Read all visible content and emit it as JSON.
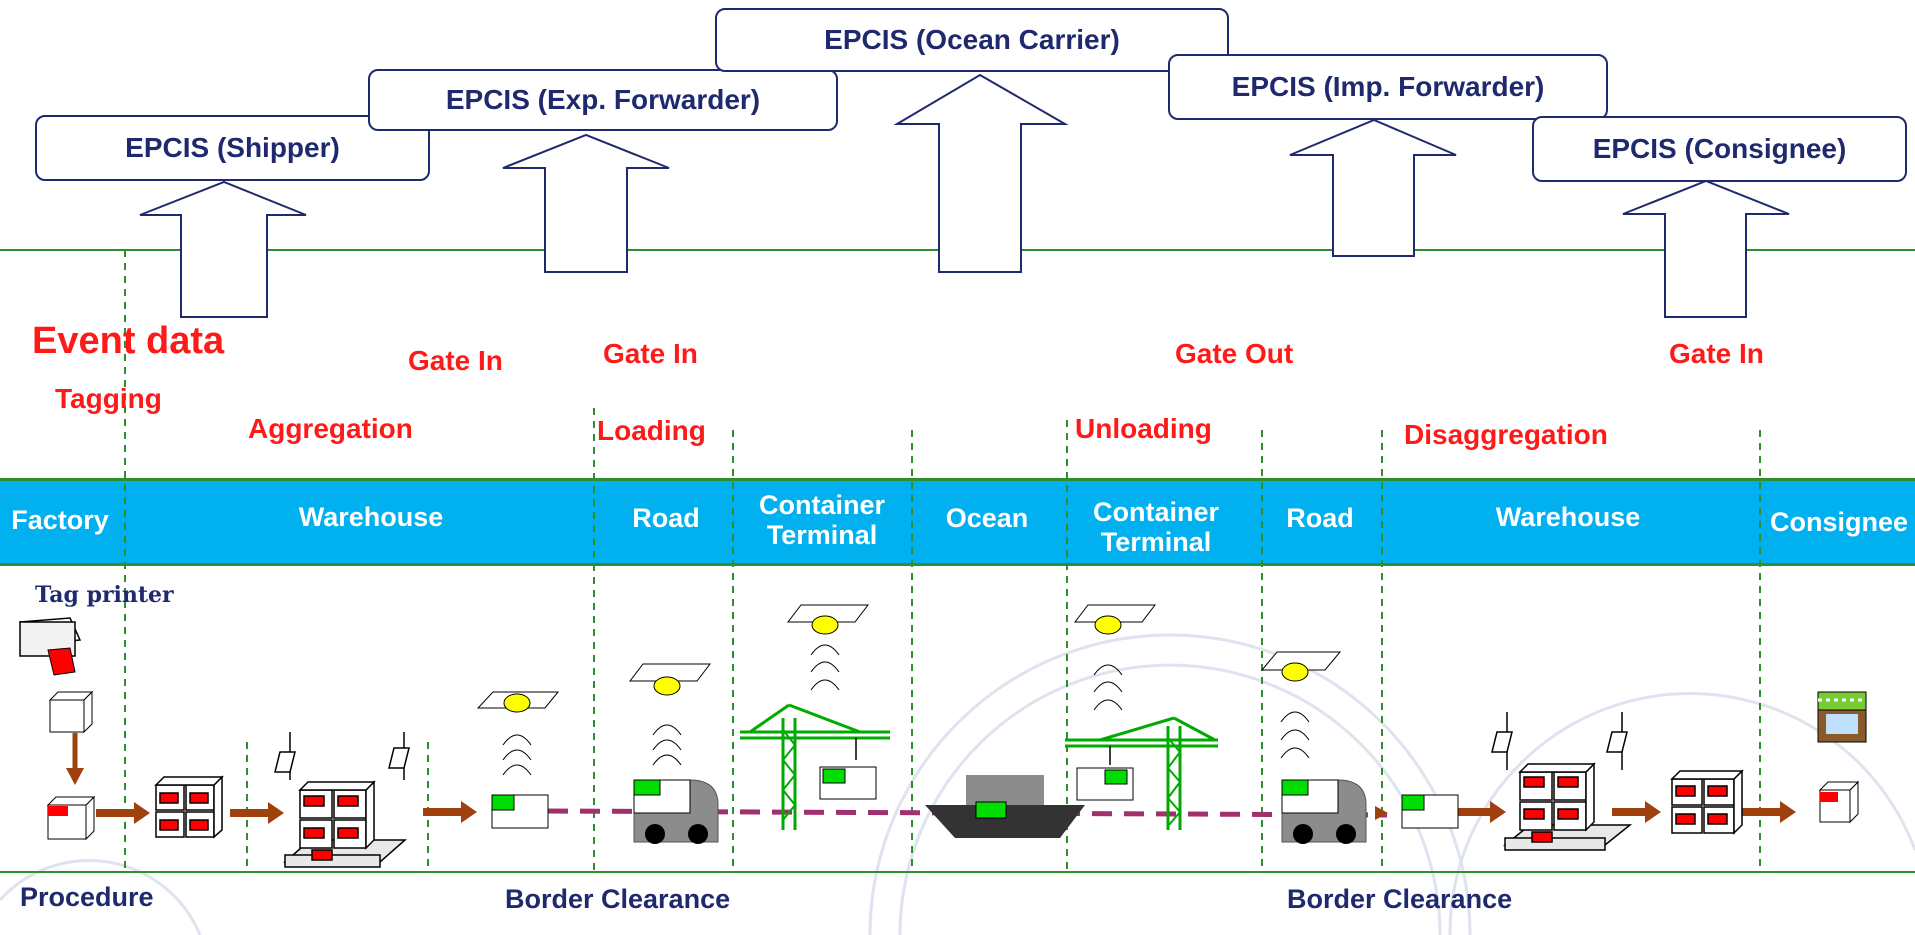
{
  "epcis": [
    {
      "label": "EPCIS (Shipper)"
    },
    {
      "label": "EPCIS (Exp. Forwarder)"
    },
    {
      "label": "EPCIS (Ocean Carrier)"
    },
    {
      "label": "EPCIS (Imp. Forwarder)"
    },
    {
      "label": "EPCIS (Consignee)"
    }
  ],
  "event_data_title": "Event data",
  "events": {
    "tagging": "Tagging",
    "aggregation": "Aggregation",
    "gate_in_1": "Gate In",
    "gate_in_2": "Gate In",
    "loading": "Loading",
    "unloading": "Unloading",
    "gate_out": "Gate Out",
    "disaggregation": "Disaggregation",
    "gate_in_3": "Gate In"
  },
  "stages": {
    "factory": "Factory",
    "warehouse_1": "Warehouse",
    "road_1": "Road",
    "container_terminal_1_line1": "Container",
    "container_terminal_1_line2": "Terminal",
    "ocean": "Ocean",
    "container_terminal_2_line1": "Container",
    "container_terminal_2_line2": "Terminal",
    "road_2": "Road",
    "warehouse_2": "Warehouse",
    "consignee": "Consignee"
  },
  "tag_printer_label": "Tag printer",
  "footer": {
    "procedure": "Procedure",
    "border_clearance_1": "Border Clearance",
    "border_clearance_2": "Border Clearance"
  },
  "colors": {
    "box_border": "#1f2a6e",
    "event_text": "#ff1a1a",
    "band": "#00b0ef",
    "flow_arrow": "#a0400c",
    "dashed_path": "#a0306e",
    "guide_line": "#2f8f2f"
  },
  "icons": [
    "tag-printer-icon",
    "box-icon",
    "pallet-icon",
    "rfid-reader-icon",
    "truck-icon",
    "crane-icon",
    "ship-icon",
    "store-icon"
  ]
}
